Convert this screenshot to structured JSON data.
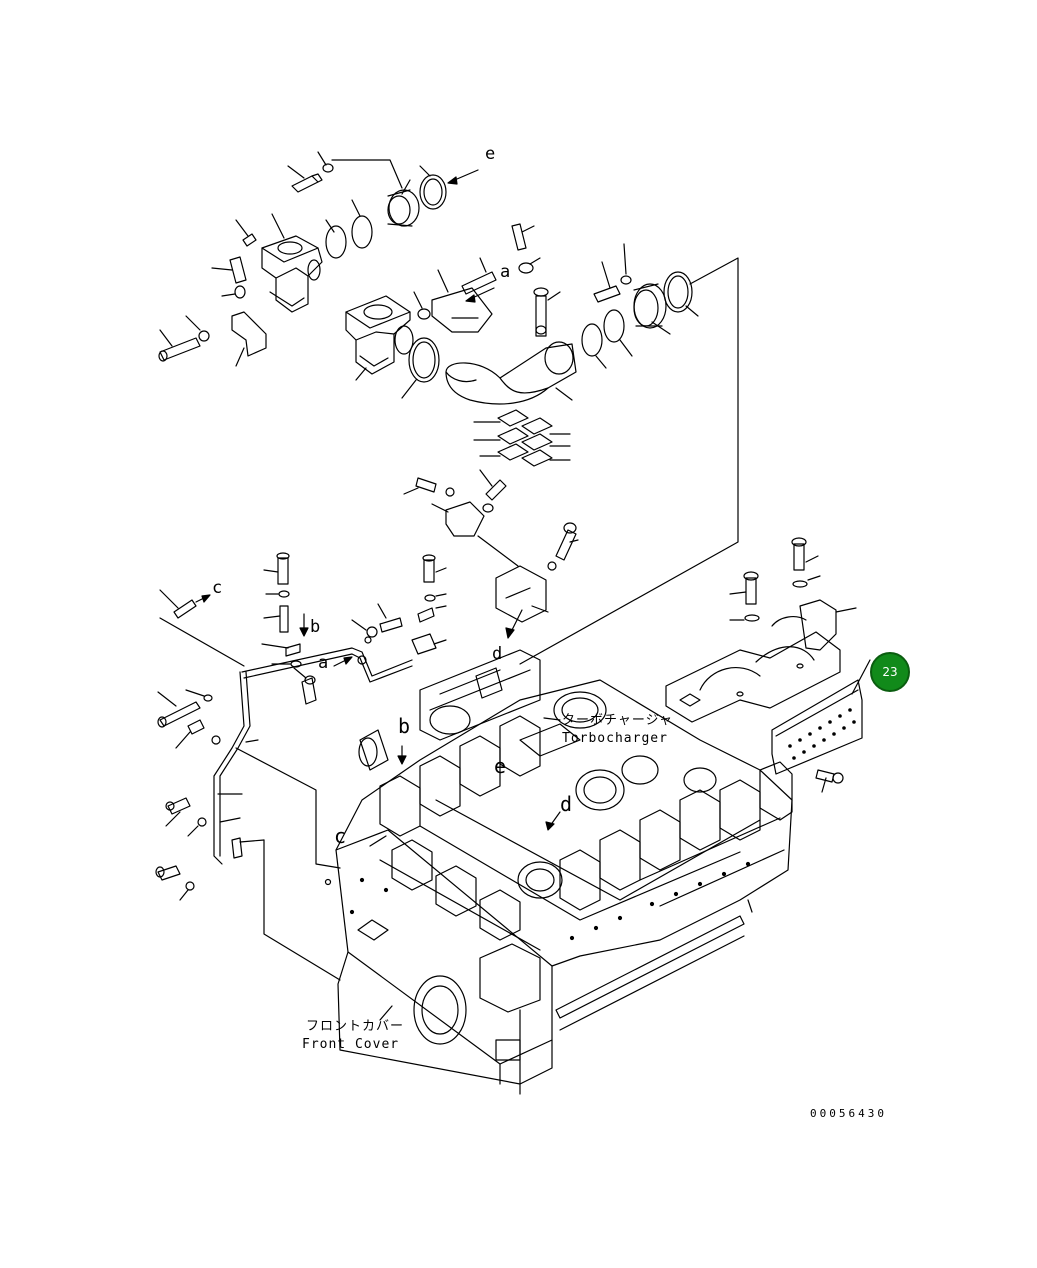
{
  "diagram": {
    "ref_letters": {
      "e_top": "e",
      "a_right": "a",
      "a_left": "a",
      "b": "b",
      "c_left": "c",
      "d_mid": "d",
      "b_engine": "b",
      "e_engine": "e",
      "d_engine": "d",
      "c_engine": "c"
    },
    "turbocharger_jp": "ターボチャージャ",
    "turbocharger_en": "Torbocharger",
    "front_cover_jp": "フロントカバー",
    "front_cover_en": "Front Cover",
    "callout_number": "23",
    "document_number": "00056430"
  }
}
